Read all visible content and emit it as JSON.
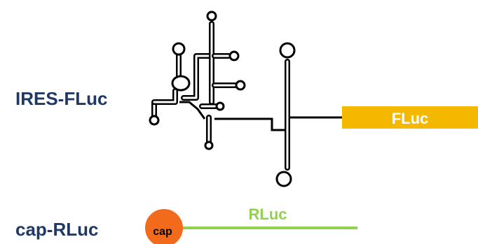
{
  "constructs": {
    "ires": {
      "label": "IRES-FLuc",
      "gene_label": "FLuc",
      "gene_color": "#f5b800"
    },
    "cap": {
      "label": "cap-RLuc",
      "cap_label": "cap",
      "cap_color": "#f26b1d",
      "gene_label": "RLuc",
      "gene_color": "#92d050"
    }
  },
  "colors": {
    "label_text": "#1f3864",
    "structure": "#000000"
  }
}
